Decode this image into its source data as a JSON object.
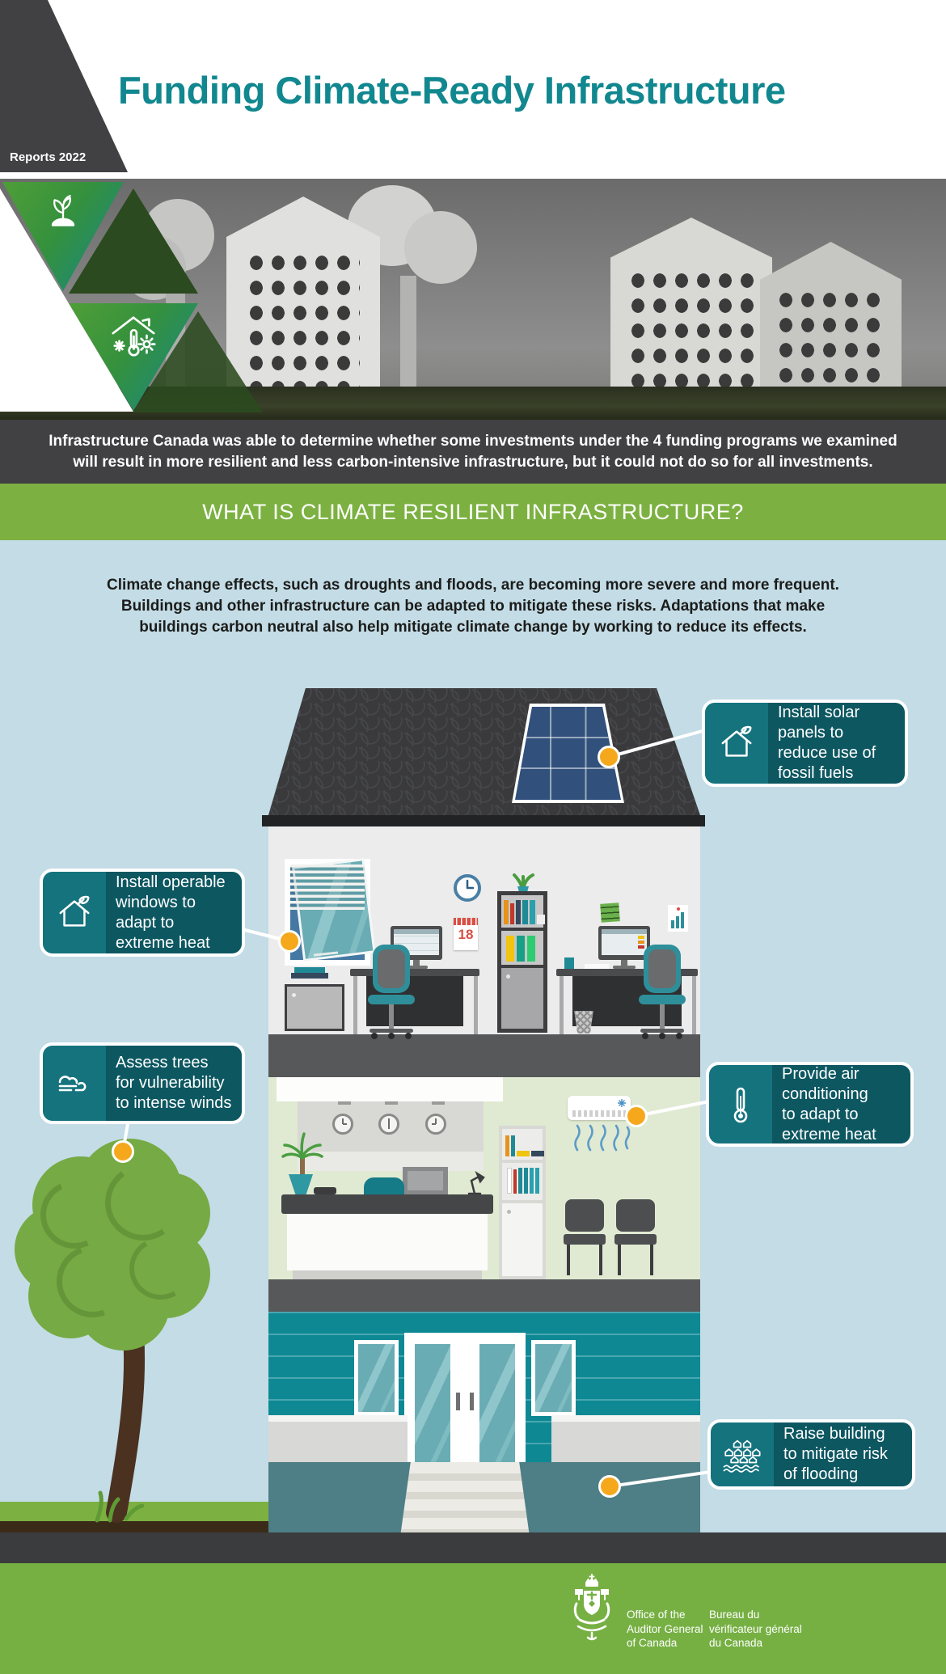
{
  "colors": {
    "title_teal": "#11878F",
    "band_green": "#7CB142",
    "band_dark": "#414043",
    "background_blue": "#C3DCE6",
    "callout_icon_bg": "#15737E",
    "callout_body_bg": "#0D5761",
    "marker_orange": "#F6A81C"
  },
  "header": {
    "report_label": "Reports 2022",
    "title": "Funding Climate-Ready Infrastructure"
  },
  "banner": {
    "icons": [
      "seedling-icon",
      "house-temperature-icon"
    ]
  },
  "statement": {
    "text": "Infrastructure Canada was able to determine whether some investments under the 4 funding programs we examined\nwill result in more resilient and less carbon-intensive infrastructure, but it could not do so for all investments."
  },
  "section": {
    "heading": "WHAT IS CLIMATE RESILIENT INFRASTRUCTURE?"
  },
  "intro": {
    "text": "Climate change effects, such as droughts and floods, are becoming more severe and more frequent.\nBuildings and other infrastructure can be adapted to mitigate these risks. Adaptations that make\nbuildings carbon neutral also help mitigate climate change by working to reduce its effects."
  },
  "callouts": [
    {
      "id": "solar-panels",
      "icon": "house-leaf-icon",
      "text": "Install solar\npanels to\nreduce use of\nfossil fuels"
    },
    {
      "id": "operable-windows",
      "icon": "house-leaf-icon",
      "text": "Install operable\nwindows to\nadapt to\nextreme heat"
    },
    {
      "id": "assess-trees",
      "icon": "wind-icon",
      "text": "Assess trees\nfor vulnerability\nto intense winds"
    },
    {
      "id": "air-conditioning",
      "icon": "thermometer-icon",
      "text": "Provide air\nconditioning\nto adapt to\nextreme heat"
    },
    {
      "id": "raise-building",
      "icon": "flood-houses-icon",
      "text": "Raise building\nto mitigate risk\nof flooding"
    }
  ],
  "illustration": {
    "calendar_day": "18"
  },
  "footer": {
    "org_en": "Office of the\nAuditor General\nof Canada",
    "org_fr": "Bureau du\nvérificateur général\ndu Canada"
  }
}
